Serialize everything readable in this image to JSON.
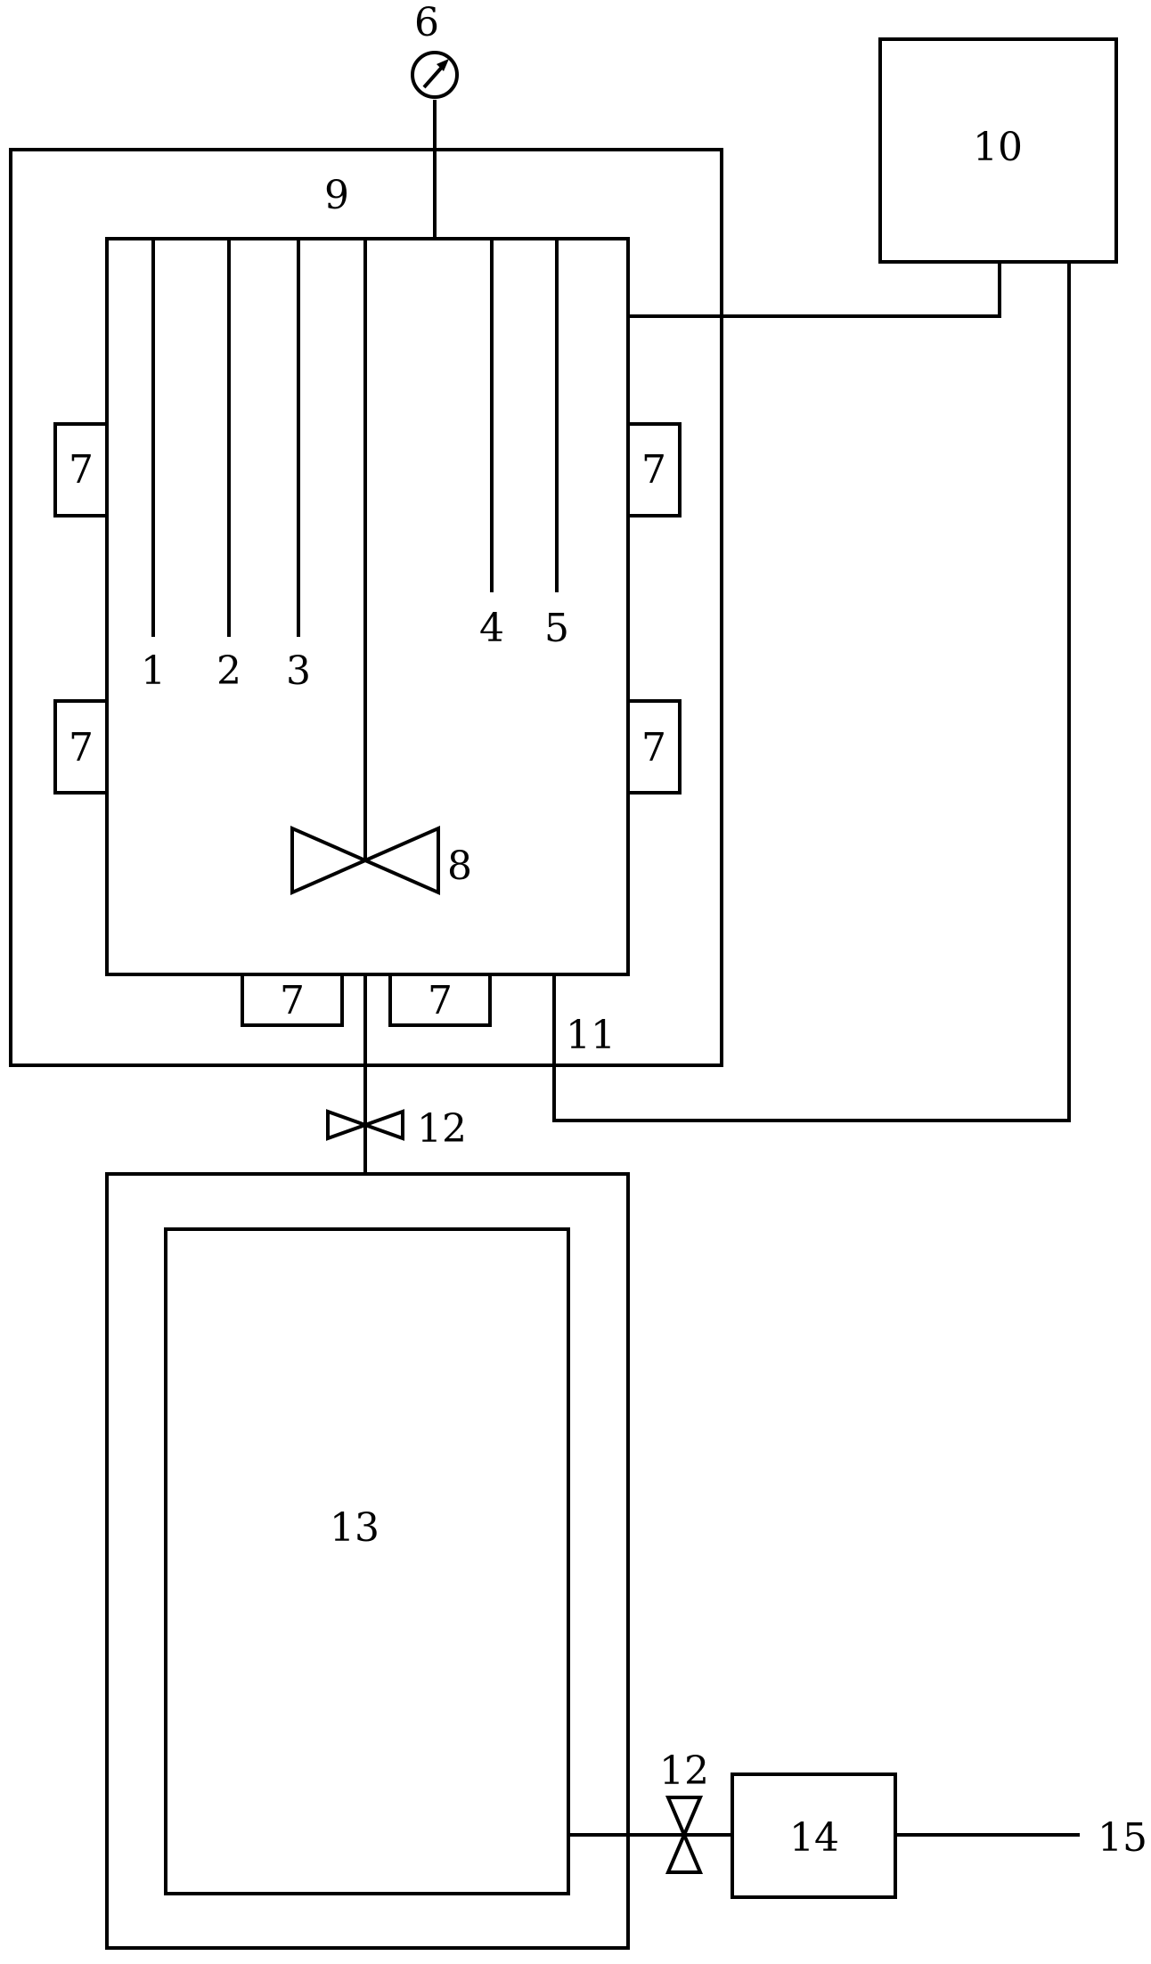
{
  "labels": {
    "probe_1": "1",
    "probe_2": "2",
    "probe_3": "3",
    "probe_4": "4",
    "probe_5": "5",
    "pressure_gauge": "6",
    "heater": "7",
    "stirrer": "8",
    "outer_jacket": "9",
    "controller": "10",
    "sensor_line": "11",
    "valve": "12",
    "collection_tank": "13",
    "unit_14": "14",
    "outlet": "15"
  },
  "colors": {
    "line": "#000000",
    "background": "#ffffff"
  }
}
